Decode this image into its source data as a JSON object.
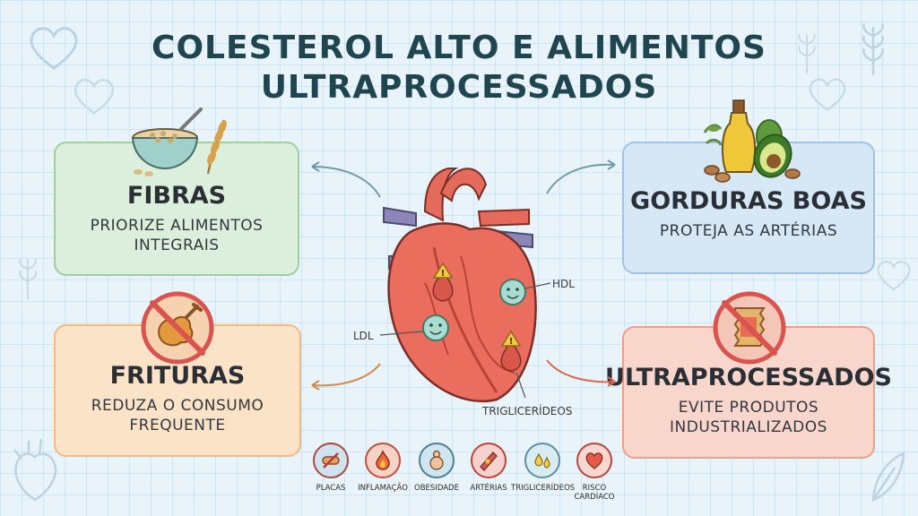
{
  "title": {
    "line1": "COLESTEROL ALTO E ALIMENTOS",
    "line2": "ULTRAPROCESSADOS"
  },
  "cards": {
    "fibras": {
      "title": "FIBRAS",
      "sub1": "PRIORIZE ALIMENTOS",
      "sub2": "INTEGRAIS"
    },
    "gorduras": {
      "title": "GORDURAS BOAS",
      "sub1": "PROTEJA AS ARTÉRIAS"
    },
    "frituras": {
      "title": "FRITURAS",
      "sub1": "REDUZA O CONSUMO",
      "sub2": "FREQUENTE"
    },
    "ultra": {
      "title": "ULTRAPROCESSADOS",
      "sub1": "EVITE PRODUTOS",
      "sub2": "INDUSTRIALIZADOS"
    }
  },
  "heart_labels": {
    "hdl": "HDL",
    "ldl": "LDL",
    "trig": "TRIGLICERÍDEOS"
  },
  "bottom_icons": [
    {
      "label": "PLACAS",
      "icon": "plaque-icon"
    },
    {
      "label": "INFLAMAÇÃO",
      "icon": "flame-icon"
    },
    {
      "label": "OBESIDADE",
      "icon": "body-icon"
    },
    {
      "label": "ARTÉRIAS",
      "icon": "artery-icon"
    },
    {
      "label": "TRIGLICERÍDEOS",
      "icon": "droplets-icon"
    },
    {
      "label": "RISCO",
      "label2": "CARDÍACO",
      "icon": "heart-icon"
    }
  ],
  "colors": {
    "title": "#1f4550",
    "fibras_bg": "#dcefdc",
    "gorduras_bg": "#d6e7f6",
    "frituras_bg": "#fbe3c8",
    "ultra_bg": "#f8d6cc",
    "heart": "#e8675a"
  }
}
